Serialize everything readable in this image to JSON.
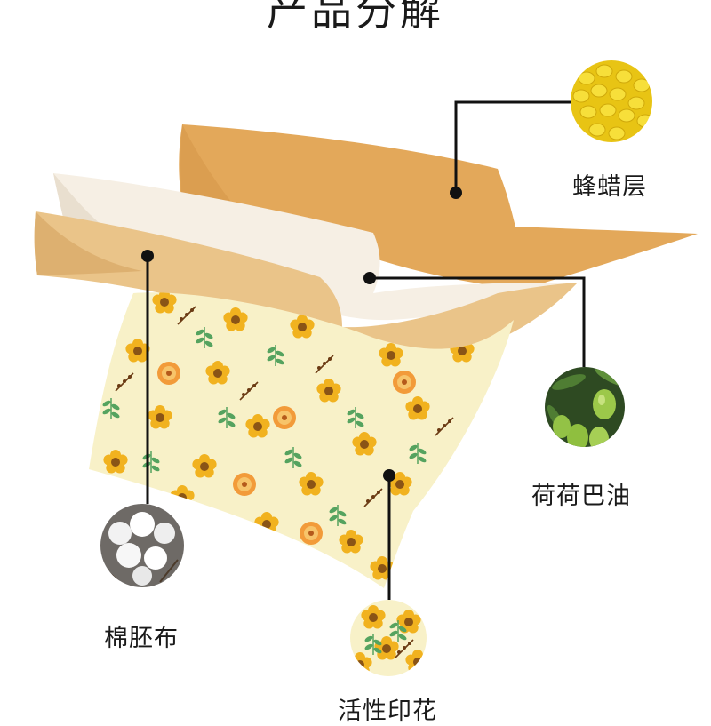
{
  "title": "产品分解",
  "layers": {
    "beeswax": "蜂蜡层",
    "jojoba": "荷荷巴油",
    "cotton": "棉胚布",
    "print": "活性印花"
  },
  "colors": {
    "wax_layer": "#e3a85a",
    "oil_layer": "#f5eee1",
    "cotton_layer": "#eac489",
    "fabric_bg": "#f8f1c8",
    "flower": "#f1b21f",
    "flower_center": "#8a5416",
    "leaf": "#55a35f",
    "line": "#111111"
  }
}
